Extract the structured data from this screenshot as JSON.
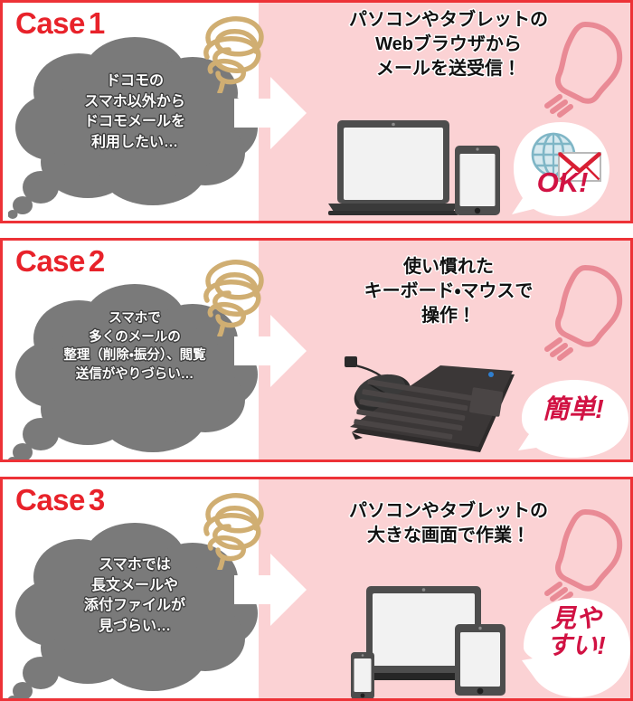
{
  "meta": {
    "colors": {
      "border_red": "#ed3237",
      "case_label_red": "#e8222a",
      "panel_pink": "#fbd2d4",
      "cloud_gray": "#7a7a7a",
      "scribble_tan": "#d0ae72",
      "bulb_pink": "#e98a95",
      "badge_crimson": "#d11243",
      "device_dark": "#4d4d4d",
      "globe_blue": "#a8cdd8",
      "envelope_red": "#d81f33"
    }
  },
  "cases": [
    {
      "label": "Case",
      "number": "1",
      "problem_text": "ドコモの\nスマホ以外から\nドコモメールを\n利用したい…",
      "solution_text": "パソコンやタブレットの\nWebブラウザから\nメールを送受信！",
      "badge_text": "OK!",
      "icons": {
        "scribble": "spiral-scribble-icon",
        "cloud": "thought-cloud-icon",
        "arrow": "right-arrow-icon",
        "bulb": "lightbulb-icon",
        "devices": "laptop-and-tablet-icon",
        "extra": "globe-and-envelope-icon"
      }
    },
    {
      "label": "Case",
      "number": "2",
      "problem_text": "スマホで\n多くのメールの\n整理（削除・振分）、閲覧\n送信がやりづらい…",
      "solution_text": "使い慣れた\nキーボード・マウスで\n操作！",
      "badge_text": "簡単!",
      "icons": {
        "scribble": "spiral-scribble-icon",
        "cloud": "thought-cloud-icon",
        "arrow": "right-arrow-icon",
        "bulb": "lightbulb-icon",
        "devices": "keyboard-and-mouse-icon"
      }
    },
    {
      "label": "Case",
      "number": "3",
      "problem_text": "スマホでは\n長文メールや\n添付ファイルが\n見づらい…",
      "solution_text": "パソコンやタブレットの\n大きな画面で作業！",
      "badge_text": "見や\nすい!",
      "icons": {
        "scribble": "spiral-scribble-icon",
        "cloud": "thought-cloud-icon",
        "arrow": "right-arrow-icon",
        "bulb": "lightbulb-icon",
        "devices": "laptop-tablet-and-phone-icon"
      }
    }
  ]
}
